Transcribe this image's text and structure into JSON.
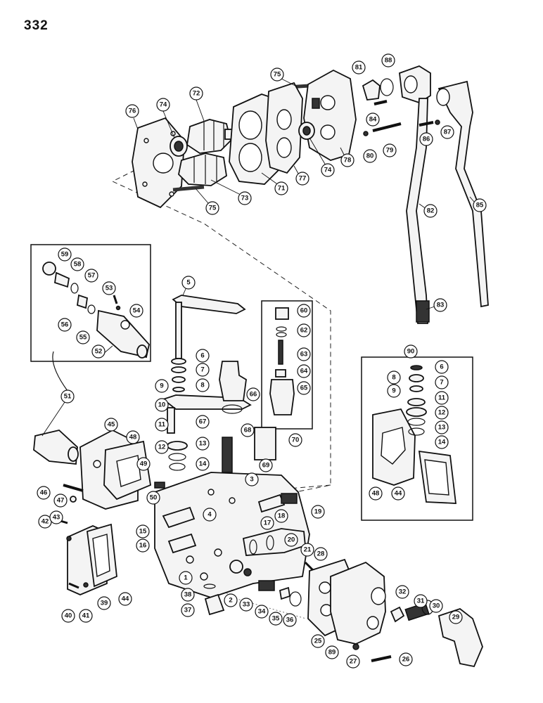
{
  "page": {
    "number": "332"
  },
  "callouts": [
    {
      "id": "c1",
      "label": "1"
    },
    {
      "id": "c2",
      "label": "2"
    },
    {
      "id": "c3",
      "label": "3"
    },
    {
      "id": "c4",
      "label": "4"
    },
    {
      "id": "c5",
      "label": "5"
    },
    {
      "id": "c6",
      "label": "6"
    },
    {
      "id": "c7",
      "label": "7"
    },
    {
      "id": "c8",
      "label": "8"
    },
    {
      "id": "c9",
      "label": "9"
    },
    {
      "id": "c10",
      "label": "10"
    },
    {
      "id": "c11",
      "label": "11"
    },
    {
      "id": "c12",
      "label": "12"
    },
    {
      "id": "c13",
      "label": "13"
    },
    {
      "id": "c14",
      "label": "14"
    },
    {
      "id": "c15",
      "label": "15"
    },
    {
      "id": "c16",
      "label": "16"
    },
    {
      "id": "c17",
      "label": "17"
    },
    {
      "id": "c18",
      "label": "18"
    },
    {
      "id": "c19",
      "label": "19"
    },
    {
      "id": "c20",
      "label": "20"
    },
    {
      "id": "c21",
      "label": "21"
    },
    {
      "id": "c25",
      "label": "25"
    },
    {
      "id": "c26",
      "label": "26"
    },
    {
      "id": "c27",
      "label": "27"
    },
    {
      "id": "c28",
      "label": "28"
    },
    {
      "id": "c29",
      "label": "29"
    },
    {
      "id": "c30",
      "label": "30"
    },
    {
      "id": "c31",
      "label": "31"
    },
    {
      "id": "c32",
      "label": "32"
    },
    {
      "id": "c33",
      "label": "33"
    },
    {
      "id": "c34",
      "label": "34"
    },
    {
      "id": "c35",
      "label": "35"
    },
    {
      "id": "c36",
      "label": "36"
    },
    {
      "id": "c37",
      "label": "37"
    },
    {
      "id": "c38",
      "label": "38"
    },
    {
      "id": "c39",
      "label": "39"
    },
    {
      "id": "c40",
      "label": "40"
    },
    {
      "id": "c41",
      "label": "41"
    },
    {
      "id": "c42",
      "label": "42"
    },
    {
      "id": "c43",
      "label": "43"
    },
    {
      "id": "c44",
      "label": "44"
    },
    {
      "id": "c44b",
      "label": "44"
    },
    {
      "id": "c45",
      "label": "45"
    },
    {
      "id": "c46",
      "label": "46"
    },
    {
      "id": "c47",
      "label": "47"
    },
    {
      "id": "c48",
      "label": "48"
    },
    {
      "id": "c48b",
      "label": "48"
    },
    {
      "id": "c49",
      "label": "49"
    },
    {
      "id": "c50",
      "label": "50"
    },
    {
      "id": "c51",
      "label": "51"
    },
    {
      "id": "c52",
      "label": "52"
    },
    {
      "id": "c53",
      "label": "53"
    },
    {
      "id": "c54",
      "label": "54"
    },
    {
      "id": "c55",
      "label": "55"
    },
    {
      "id": "c56",
      "label": "56"
    },
    {
      "id": "c57",
      "label": "57"
    },
    {
      "id": "c58",
      "label": "58"
    },
    {
      "id": "c59",
      "label": "59"
    },
    {
      "id": "c60",
      "label": "60"
    },
    {
      "id": "c62",
      "label": "62"
    },
    {
      "id": "c63",
      "label": "63"
    },
    {
      "id": "c64",
      "label": "64"
    },
    {
      "id": "c65",
      "label": "65"
    },
    {
      "id": "c66",
      "label": "66"
    },
    {
      "id": "c67",
      "label": "67"
    },
    {
      "id": "c68",
      "label": "68"
    },
    {
      "id": "c69",
      "label": "69"
    },
    {
      "id": "c70",
      "label": "70"
    },
    {
      "id": "c71",
      "label": "71"
    },
    {
      "id": "c72",
      "label": "72"
    },
    {
      "id": "c73",
      "label": "73"
    },
    {
      "id": "c74",
      "label": "74"
    },
    {
      "id": "c74b",
      "label": "74"
    },
    {
      "id": "c75",
      "label": "75"
    },
    {
      "id": "c75b",
      "label": "75"
    },
    {
      "id": "c76",
      "label": "76"
    },
    {
      "id": "c77",
      "label": "77"
    },
    {
      "id": "c78",
      "label": "78"
    },
    {
      "id": "c79",
      "label": "79"
    },
    {
      "id": "c80",
      "label": "80"
    },
    {
      "id": "c81",
      "label": "81"
    },
    {
      "id": "c82",
      "label": "82"
    },
    {
      "id": "c83",
      "label": "83"
    },
    {
      "id": "c84",
      "label": "84"
    },
    {
      "id": "c85",
      "label": "85"
    },
    {
      "id": "c86",
      "label": "86"
    },
    {
      "id": "c87",
      "label": "87"
    },
    {
      "id": "c88",
      "label": "88"
    },
    {
      "id": "c89",
      "label": "89"
    },
    {
      "id": "c90",
      "label": "90"
    },
    {
      "id": "c6b",
      "label": "6"
    },
    {
      "id": "c7b",
      "label": "7"
    },
    {
      "id": "c8b",
      "label": "8"
    },
    {
      "id": "c9b",
      "label": "9"
    },
    {
      "id": "c11b",
      "label": "11"
    },
    {
      "id": "c12b",
      "label": "12"
    },
    {
      "id": "c13b",
      "label": "13"
    },
    {
      "id": "c14b",
      "label": "14"
    }
  ]
}
